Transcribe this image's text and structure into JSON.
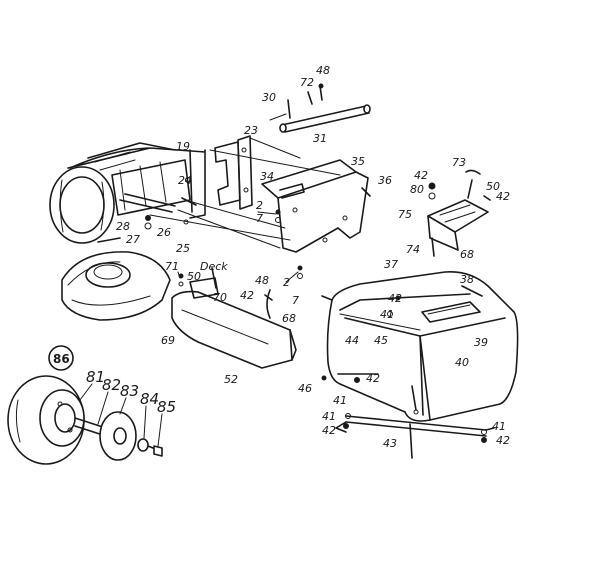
{
  "labels": {
    "n48a": "48",
    "n72": "72",
    "n30": "30",
    "n31": "31",
    "n23": "23",
    "n19": "19",
    "n24": "24",
    "n34": "34",
    "n35": "35",
    "n36": "36",
    "n73": "73",
    "n42a": "42",
    "n80": "80",
    "n50a": "50",
    "n42b": "42",
    "n75": "75",
    "n68a": "68",
    "n74": "74",
    "n2a": "2",
    "n7a": "7",
    "n28": "28",
    "n27": "27",
    "n26": "26",
    "n25": "25",
    "n2b": "2",
    "n7b": "7",
    "n71": "71",
    "n50b": "50",
    "deck": "Deck",
    "n70": "70",
    "n48b": "48",
    "n42c": "42",
    "n68b": "68",
    "n69": "69",
    "n52": "52",
    "n37": "37",
    "n38": "38",
    "n42d": "42",
    "n41a": "41",
    "n45": "45",
    "n39": "39",
    "n44": "44",
    "n40": "40",
    "n46": "46",
    "n42e": "42",
    "n41b": "41",
    "n41c": "41",
    "n42f": "42",
    "n43": "43",
    "n41d": "41",
    "n42g": "42",
    "n86": "86",
    "n81": "81",
    "n82": "82",
    "n83": "83",
    "n84": "84",
    "n85": "85"
  },
  "icons": {
    "callout_86_marker": "circle-badge",
    "mower_parts": [
      "tire-icon",
      "rear-wheel-icon",
      "grass-bag-frame-icon",
      "discharge-chute-icon",
      "chute-deflector-icon",
      "mounting-plate-icon",
      "rear-bracket-icon"
    ]
  }
}
